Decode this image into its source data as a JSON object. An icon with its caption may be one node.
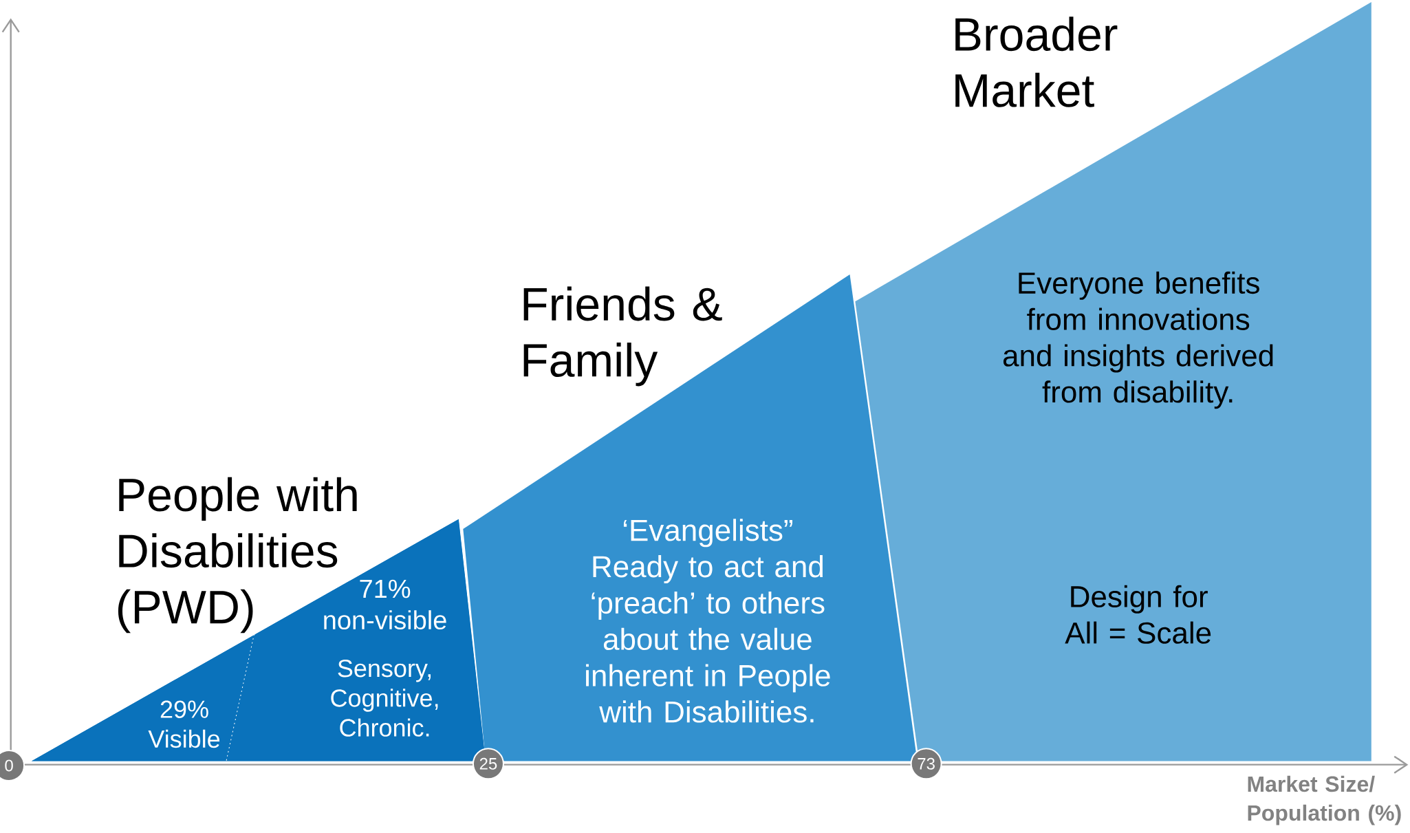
{
  "diagram": {
    "nodes": [
      {
        "text": [
          "People with Disabilities (PWD)"
        ]
      },
      {
        "text": [
          "29% Visible"
        ],
        "in": 0
      },
      {
        "text": [
          "71% non-visible",
          "Sensory, Cognitive, Chronic."
        ],
        "in": 0
      },
      {
        "text": [
          "Friends & Family",
          "‘Evangelists” Ready to act and ‘preach’ to others about the value inherent in People with Disabilities."
        ]
      },
      {
        "text": [
          "Broader Market",
          "Everyone benefits from innovations and insights derived from disability.",
          "Design for All = Scale"
        ]
      }
    ],
    "labels": [
      "0",
      "25",
      "73",
      "Market Size/ Population (%)"
    ]
  }
}
